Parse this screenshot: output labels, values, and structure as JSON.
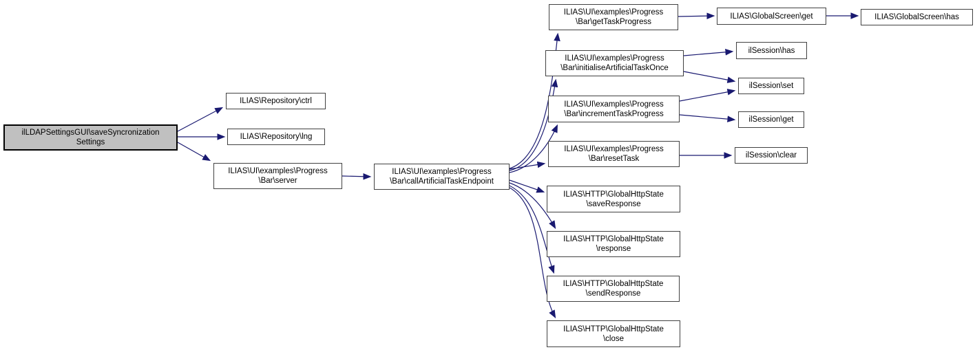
{
  "diagram": {
    "type": "call-graph",
    "colors": {
      "background": "#ffffff",
      "edge": "#191970",
      "node_border": "#404040",
      "node_fill": "#ffffff",
      "highlight_fill": "#c0c0c0",
      "highlight_border": "#000000",
      "text": "#000000"
    },
    "nodes": [
      {
        "id": "saveSyncronizationSettings",
        "lines": [
          "ilLDAPSettingsGUI\\saveSyncronization",
          "Settings"
        ],
        "highlighted": true
      },
      {
        "id": "ctrl",
        "lines": [
          "ILIAS\\Repository\\ctrl"
        ],
        "highlighted": false
      },
      {
        "id": "lng",
        "lines": [
          "ILIAS\\Repository\\lng"
        ],
        "highlighted": false
      },
      {
        "id": "server",
        "lines": [
          "ILIAS\\UI\\examples\\Progress",
          "\\Bar\\server"
        ],
        "highlighted": false
      },
      {
        "id": "callArtificialTaskEndpoint",
        "lines": [
          "ILIAS\\UI\\examples\\Progress",
          "\\Bar\\callArtificialTaskEndpoint"
        ],
        "highlighted": false
      },
      {
        "id": "getTaskProgress",
        "lines": [
          "ILIAS\\UI\\examples\\Progress",
          "\\Bar\\getTaskProgress"
        ],
        "highlighted": false
      },
      {
        "id": "initialiseArtificialTaskOnce",
        "lines": [
          "ILIAS\\UI\\examples\\Progress",
          "\\Bar\\initialiseArtificialTaskOnce"
        ],
        "highlighted": false
      },
      {
        "id": "incrementTaskProgress",
        "lines": [
          "ILIAS\\UI\\examples\\Progress",
          "\\Bar\\incrementTaskProgress"
        ],
        "highlighted": false
      },
      {
        "id": "resetTask",
        "lines": [
          "ILIAS\\UI\\examples\\Progress",
          "\\Bar\\resetTask"
        ],
        "highlighted": false
      },
      {
        "id": "saveResponse",
        "lines": [
          "ILIAS\\HTTP\\GlobalHttpState",
          "\\saveResponse"
        ],
        "highlighted": false
      },
      {
        "id": "response",
        "lines": [
          "ILIAS\\HTTP\\GlobalHttpState",
          "\\response"
        ],
        "highlighted": false
      },
      {
        "id": "sendResponse",
        "lines": [
          "ILIAS\\HTTP\\GlobalHttpState",
          "\\sendResponse"
        ],
        "highlighted": false
      },
      {
        "id": "close",
        "lines": [
          "ILIAS\\HTTP\\GlobalHttpState",
          "\\close"
        ],
        "highlighted": false
      },
      {
        "id": "globalScreenGet",
        "lines": [
          "ILIAS\\GlobalScreen\\get"
        ],
        "highlighted": false
      },
      {
        "id": "globalScreenHas",
        "lines": [
          "ILIAS\\GlobalScreen\\has"
        ],
        "highlighted": false
      },
      {
        "id": "ilSessionHas",
        "lines": [
          "ilSession\\has"
        ],
        "highlighted": false
      },
      {
        "id": "ilSessionSet",
        "lines": [
          "ilSession\\set"
        ],
        "highlighted": false
      },
      {
        "id": "ilSessionGet",
        "lines": [
          "ilSession\\get"
        ],
        "highlighted": false
      },
      {
        "id": "ilSessionClear",
        "lines": [
          "ilSession\\clear"
        ],
        "highlighted": false
      }
    ],
    "edges": [
      {
        "from": "saveSyncronizationSettings",
        "to": "ctrl"
      },
      {
        "from": "saveSyncronizationSettings",
        "to": "lng"
      },
      {
        "from": "saveSyncronizationSettings",
        "to": "server"
      },
      {
        "from": "server",
        "to": "callArtificialTaskEndpoint"
      },
      {
        "from": "callArtificialTaskEndpoint",
        "to": "getTaskProgress"
      },
      {
        "from": "callArtificialTaskEndpoint",
        "to": "initialiseArtificialTaskOnce"
      },
      {
        "from": "callArtificialTaskEndpoint",
        "to": "incrementTaskProgress"
      },
      {
        "from": "callArtificialTaskEndpoint",
        "to": "resetTask"
      },
      {
        "from": "callArtificialTaskEndpoint",
        "to": "saveResponse"
      },
      {
        "from": "callArtificialTaskEndpoint",
        "to": "response"
      },
      {
        "from": "callArtificialTaskEndpoint",
        "to": "sendResponse"
      },
      {
        "from": "callArtificialTaskEndpoint",
        "to": "close"
      },
      {
        "from": "getTaskProgress",
        "to": "globalScreenGet"
      },
      {
        "from": "globalScreenGet",
        "to": "globalScreenHas"
      },
      {
        "from": "initialiseArtificialTaskOnce",
        "to": "ilSessionHas"
      },
      {
        "from": "initialiseArtificialTaskOnce",
        "to": "ilSessionSet"
      },
      {
        "from": "incrementTaskProgress",
        "to": "ilSessionSet"
      },
      {
        "from": "incrementTaskProgress",
        "to": "ilSessionGet"
      },
      {
        "from": "resetTask",
        "to": "ilSessionClear"
      }
    ]
  }
}
